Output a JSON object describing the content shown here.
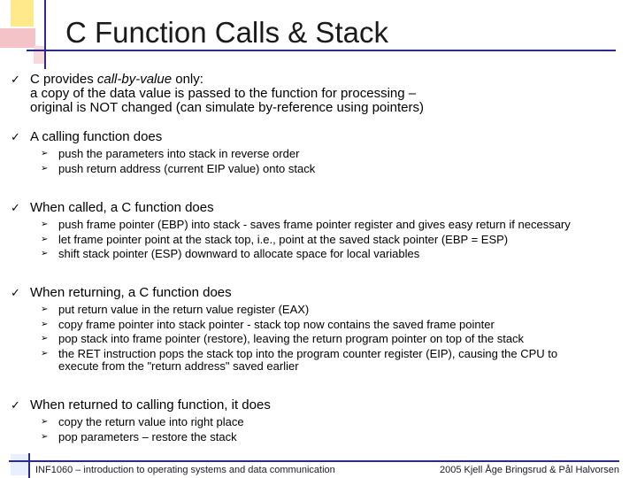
{
  "title": "C Function Calls & Stack",
  "items": [
    {
      "intro": "C provides ",
      "emph": "call-by-value",
      "rest": " only:",
      "line2": "a copy of the data value is passed to the function for processing –",
      "line3": "original is NOT changed (can simulate by-reference using pointers)"
    },
    {
      "label": "A calling function does",
      "subs": [
        "push the parameters into stack in reverse order",
        "push return address (current EIP value) onto stack"
      ]
    },
    {
      "label": "When called, a C function does",
      "subs": [
        "push frame pointer (EBP) into stack - saves frame pointer register and gives easy return if necessary",
        "let frame pointer point at the stack top, i.e., point at the saved stack pointer (EBP = ESP)",
        "shift stack pointer (ESP) downward to allocate space for local variables"
      ]
    },
    {
      "label": "When returning, a C function does",
      "subs": [
        "put return value in the return value register (EAX)",
        "copy frame pointer into stack pointer - stack top now contains the saved frame pointer",
        "pop stack into frame pointer (restore), leaving the return program pointer on top of the stack",
        "the RET instruction pops the stack top into the program counter register (EIP), causing the CPU to",
        "execute from the \"return address\" saved earlier"
      ]
    },
    {
      "label": "When returned to calling function, it does",
      "subs": [
        "copy the return value into right place",
        "pop parameters – restore the stack"
      ]
    }
  ],
  "footer": {
    "left": "INF1060 – introduction to operating systems and data communication",
    "right": "2005  Kjell Åge Bringsrud & Pål Halvorsen"
  }
}
